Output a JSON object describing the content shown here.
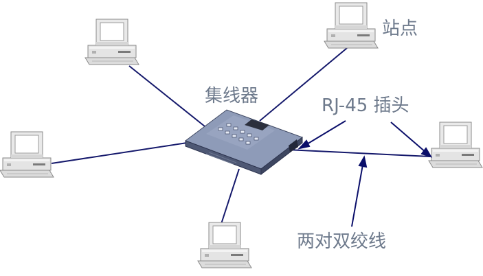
{
  "labels": {
    "station": "站点",
    "hub": "集线器",
    "rj45": "RJ-45 插头",
    "twisted_pair": "两对双绞线"
  },
  "colors": {
    "cable": "#14186b",
    "arrow": "#0a0e6a",
    "label_text": "#6e7a8c",
    "computer_body": "#e3e3e3",
    "hub_body": "#5f6b87"
  },
  "icons": {
    "station": "desktop-computer-icon",
    "hub": "network-hub-icon"
  }
}
